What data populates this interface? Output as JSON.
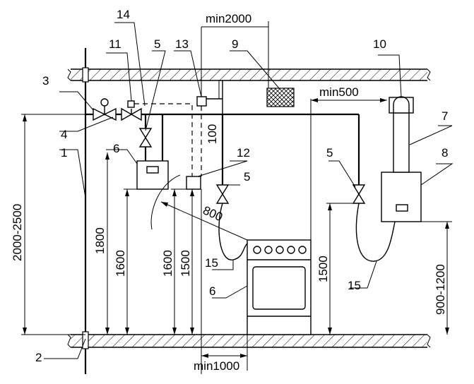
{
  "diagram": {
    "callouts": {
      "c1": "1",
      "c2": "2",
      "c3": "3",
      "c4": "4",
      "c5a": "5",
      "c5b": "5",
      "c5c": "5",
      "c6a": "6",
      "c6b": "6",
      "c7": "7",
      "c8": "8",
      "c9": "9",
      "c10": "10",
      "c11": "11",
      "c12": "12",
      "c13": "13",
      "c14": "14",
      "c15a": "15",
      "c15b": "15"
    },
    "dimensions": {
      "min2000": "min2000",
      "min500": "min500",
      "min1000": "min1000",
      "d800": "800",
      "d100": "100",
      "d2000_2500": "2000-2500",
      "d1800": "1800",
      "d1600a": "1600",
      "d1600b": "1600",
      "d1500a": "1500",
      "d1500b": "1500",
      "d900_1200": "900-1200"
    }
  }
}
